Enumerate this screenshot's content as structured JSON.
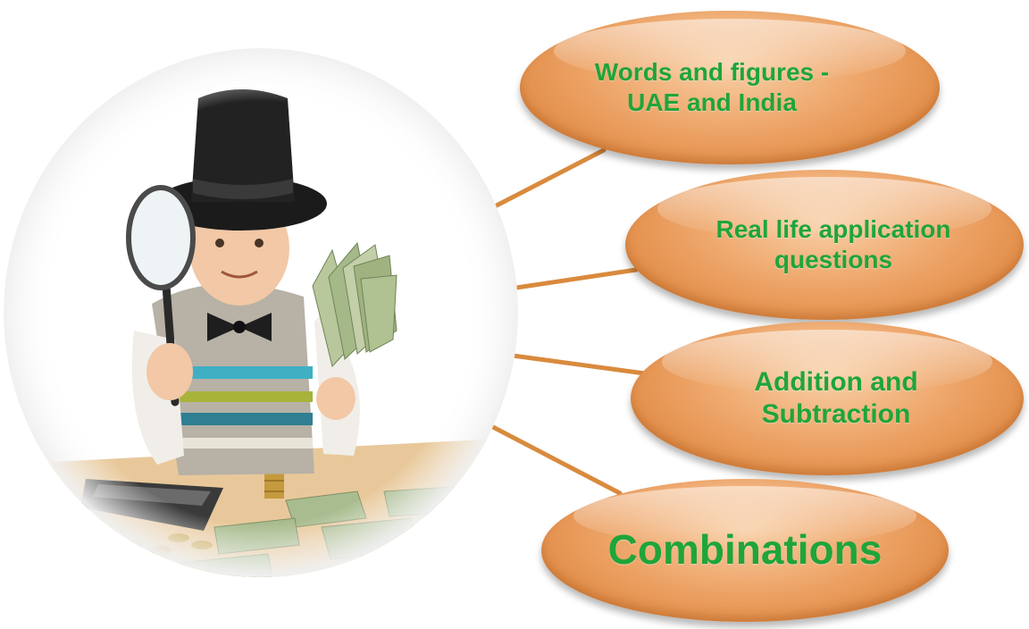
{
  "diagram": {
    "items": [
      {
        "line1": "Words and figures -",
        "line2": "UAE and India"
      },
      {
        "line1": "Real life application",
        "line2": "questions"
      },
      {
        "line1": "Addition and",
        "line2": "Subtraction"
      },
      {
        "line1": "Combinations",
        "line2": ""
      }
    ]
  },
  "colors": {
    "label_text": "#1fa53a",
    "ellipse_fill": "#eea66a",
    "connector": "#d98a3d"
  }
}
